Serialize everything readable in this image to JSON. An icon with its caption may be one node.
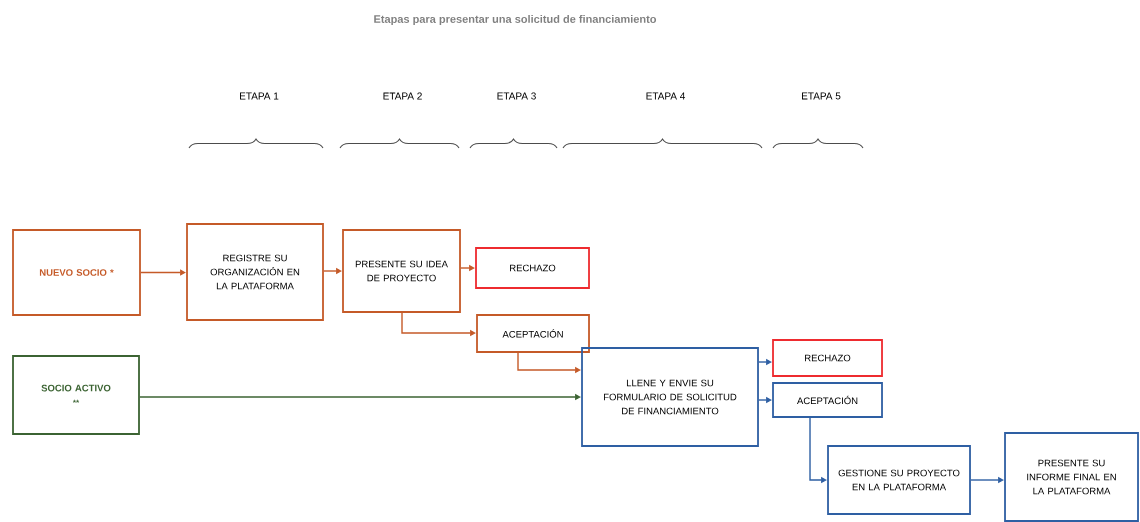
{
  "diagram": {
    "title": "Etapas para presentar una solicitud de financiamiento",
    "nodes": [
      {
        "text": [
          "NUEVO SOCIO *"
        ]
      },
      {
        "text": [
          "REGISTRE SU ORGANIZACIÓN EN LA PLATAFORMA"
        ]
      },
      {
        "text": [
          "PRESENTE SU IDEA DE PROYECTO"
        ]
      },
      {
        "text": [
          "RECHAZO"
        ]
      },
      {
        "text": [
          "ACEPTACIÓN"
        ]
      },
      {
        "text": [
          "SOCIO ACTIVO",
          "**"
        ]
      },
      {
        "text": [
          "LLENE Y ENVIE SU FORMULARIO DE SOLICITUD DE FINANCIAMIENTO"
        ]
      },
      {
        "text": [
          "RECHAZO"
        ]
      },
      {
        "text": [
          "ACEPTACIÓN"
        ]
      },
      {
        "text": [
          "GESTIONE SU PROYECTO EN LA PLATAFORMA"
        ]
      },
      {
        "text": [
          "PRESENTE SU INFORME FINAL EN LA PLATAFORMA"
        ]
      }
    ],
    "edges": [
      {
        "from": 0,
        "to": 1,
        "arrow": "to"
      },
      {
        "from": 1,
        "to": 2,
        "arrow": "to"
      },
      {
        "from": 2,
        "to": 3,
        "arrow": "to"
      },
      {
        "from": 2,
        "to": 4,
        "arrow": "to"
      },
      {
        "from": 4,
        "to": 6,
        "arrow": "to"
      },
      {
        "from": 5,
        "to": 6,
        "arrow": "to",
        "color": "#3b6332"
      },
      {
        "from": 6,
        "to": 7,
        "arrow": "to",
        "color": "#2e5fa3"
      },
      {
        "from": 6,
        "to": 8,
        "arrow": "to",
        "color": "#2e5fa3"
      },
      {
        "from": 8,
        "to": 9,
        "arrow": "to",
        "color": "#2e5fa3"
      },
      {
        "from": 9,
        "to": 10,
        "arrow": "to",
        "color": "#2e5fa3"
      }
    ],
    "labels": [
      "ETAPA 1",
      "ETAPA 2",
      "ETAPA 3",
      "ETAPA 4",
      "ETAPA 5"
    ]
  }
}
